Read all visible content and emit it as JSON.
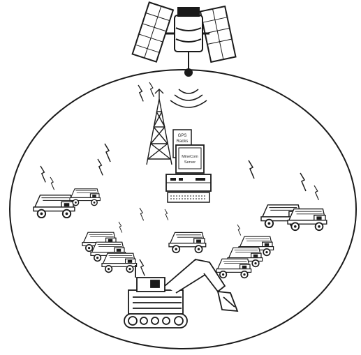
{
  "diagram": {
    "colors": {
      "line": "#1a1a1a",
      "fill": "#ffffff",
      "shade": "#555555"
    },
    "server_rack_label_1": "GPS",
    "server_rack_label_2": "Racks",
    "server_monitor_label_1": "MineCom",
    "server_monitor_label_2": "Server"
  }
}
